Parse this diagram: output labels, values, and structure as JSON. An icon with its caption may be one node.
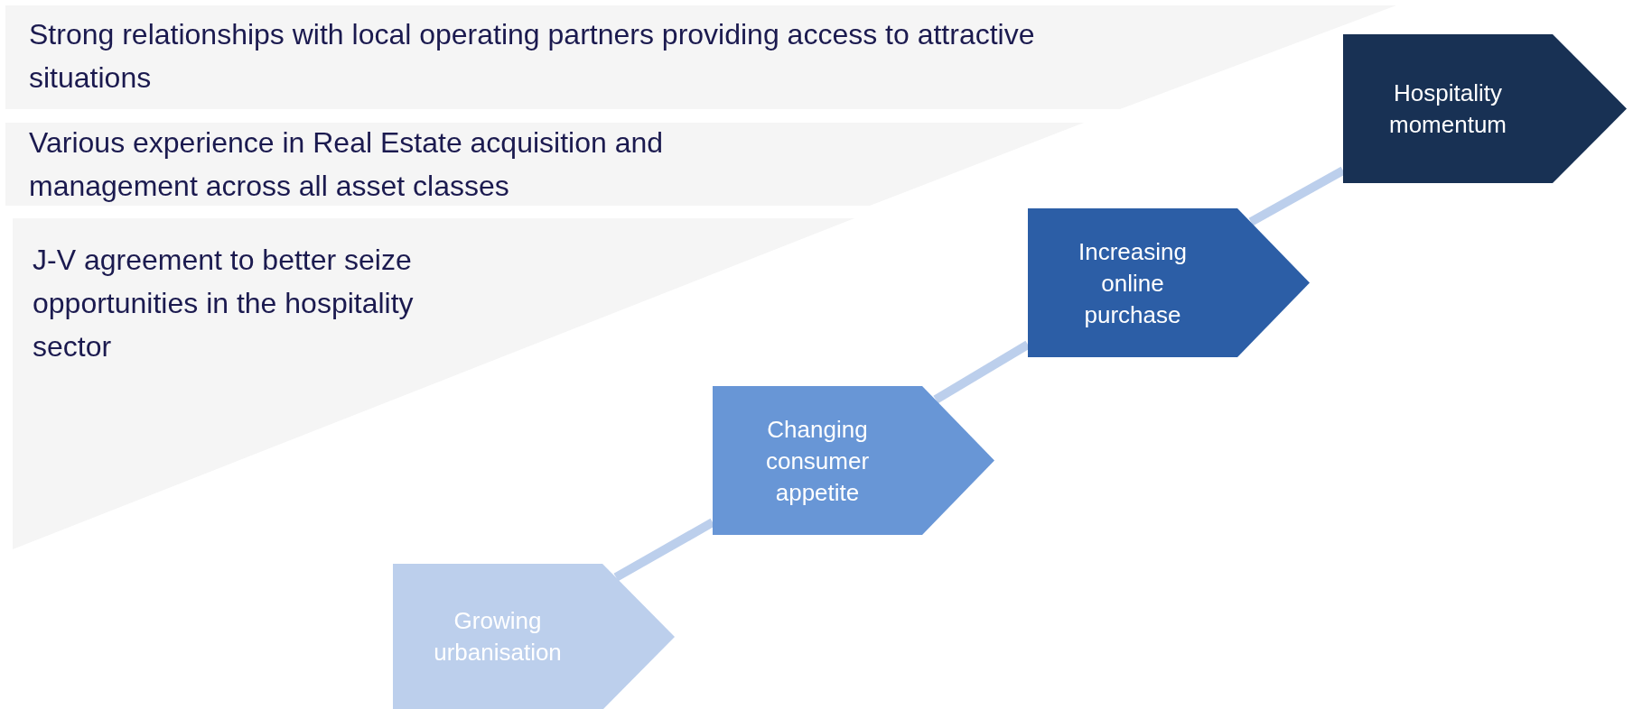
{
  "diagram": {
    "nodes": [
      {
        "text": [
          "Strong relationships with local operating partners providing access to attractive situations"
        ]
      },
      {
        "text": [
          "Various experience in Real Estate acquisition and management across all asset classes"
        ]
      },
      {
        "text": [
          "J-V agreement to better seize opportunities in the hospitality sector"
        ]
      },
      {
        "text": [
          "Growing urbanisation"
        ]
      },
      {
        "text": [
          "Changing consumer appetite"
        ]
      },
      {
        "text": [
          "Increasing online purchase"
        ]
      },
      {
        "text": [
          "Hospitality momentum"
        ]
      }
    ],
    "edges": [
      {
        "from": 3,
        "to": 4,
        "arrow": "none"
      },
      {
        "from": 4,
        "to": 5,
        "arrow": "none"
      },
      {
        "from": 5,
        "to": 6,
        "arrow": "none"
      }
    ]
  }
}
